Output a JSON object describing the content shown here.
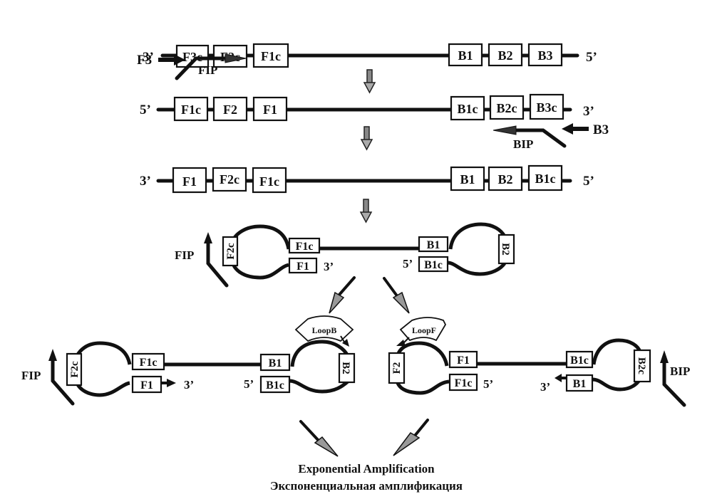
{
  "diagram": {
    "title": "LAMP mechanism",
    "row1": {
      "left_end": "3’",
      "right_end": "5’",
      "left_boxes": [
        "F3c",
        "F2c",
        "F1c"
      ],
      "right_boxes": [
        "B1",
        "B2",
        "B3"
      ],
      "primer_f3": "F3",
      "primer_fip": "FIP"
    },
    "row2": {
      "left_end": "5’",
      "right_end": "3’",
      "left_boxes": [
        "F1c",
        "F2",
        "F1"
      ],
      "right_boxes": [
        "B1c",
        "B2c",
        "B3c"
      ],
      "primer_b3": "B3",
      "primer_bip": "BIP"
    },
    "row3": {
      "left_end": "3’",
      "right_end": "5’",
      "left_boxes": [
        "F1",
        "F2c",
        "F1c"
      ],
      "right_boxes": [
        "B1",
        "B2",
        "B1c"
      ]
    },
    "dumbbell": {
      "primer": "FIP",
      "left_loop_box": "F2c",
      "left_top_box": "F1c",
      "left_bottom_box": "F1",
      "left_end": "3’",
      "right_end": "5’",
      "right_top_box": "B1",
      "right_bottom_box": "B1c",
      "right_loop_box": "B2"
    },
    "left_product": {
      "primer": "FIP",
      "left_loop_box": "F2c",
      "left_top_box": "F1c",
      "left_bottom_box": "F1",
      "left_end": "3’",
      "right_end": "5’",
      "right_top_box": "B1",
      "right_bottom_box": "B1c",
      "right_loop_box": "B2",
      "loop_primer": "LoopB"
    },
    "right_product": {
      "primer": "BIP",
      "loop_primer": "LoopF",
      "left_loop_box": "F2",
      "left_top_box": "F1",
      "left_bottom_box": "F1c",
      "left_end": "5’",
      "right_end": "3’",
      "right_top_box": "B1c",
      "right_bottom_box": "B1",
      "right_loop_box": "B2c"
    },
    "caption_en": "Exponential Amplification",
    "caption_ru": "Экспоненциальная амплификация"
  }
}
